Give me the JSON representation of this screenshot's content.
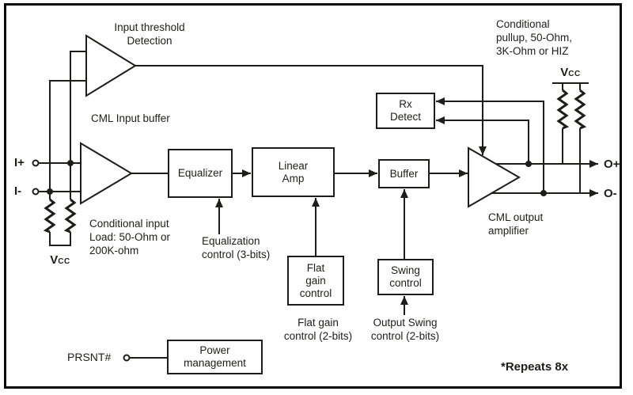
{
  "labels": {
    "input_threshold": "Input threshold\nDetection",
    "cml_input_buffer": "CML Input buffer",
    "conditional_input": "Conditional input\nLoad: 50-Ohm or\n200K-ohm",
    "equalization": "Equalization\ncontrol (3-bits)",
    "flat_gain": "Flat gain\ncontrol (2-bits)",
    "output_swing": "Output Swing\ncontrol (2-bits)",
    "cml_output": "CML output\namplifier",
    "conditional_pullup": "Conditional\npullup, 50-Ohm,\n3K-Ohm or HIZ",
    "repeats": "*Repeats 8x"
  },
  "boxes": {
    "equalizer": "Equalizer",
    "linear_amp": "Linear\nAmp",
    "buffer": "Buffer",
    "rx_detect": "Rx\nDetect",
    "flat_gain_control": "Flat\ngain\ncontrol",
    "swing_control": "Swing\ncontrol",
    "power_management": "Power\nmanagement"
  },
  "ports": {
    "i_plus": "I+",
    "i_minus": "I-",
    "o_plus": "O+",
    "o_minus": "O-",
    "prsnt": "PRSNT#"
  },
  "vcc": {
    "v": "V",
    "sub": "CC"
  },
  "colors": {
    "line": "#1d1d1b",
    "background": "#ffffff"
  }
}
